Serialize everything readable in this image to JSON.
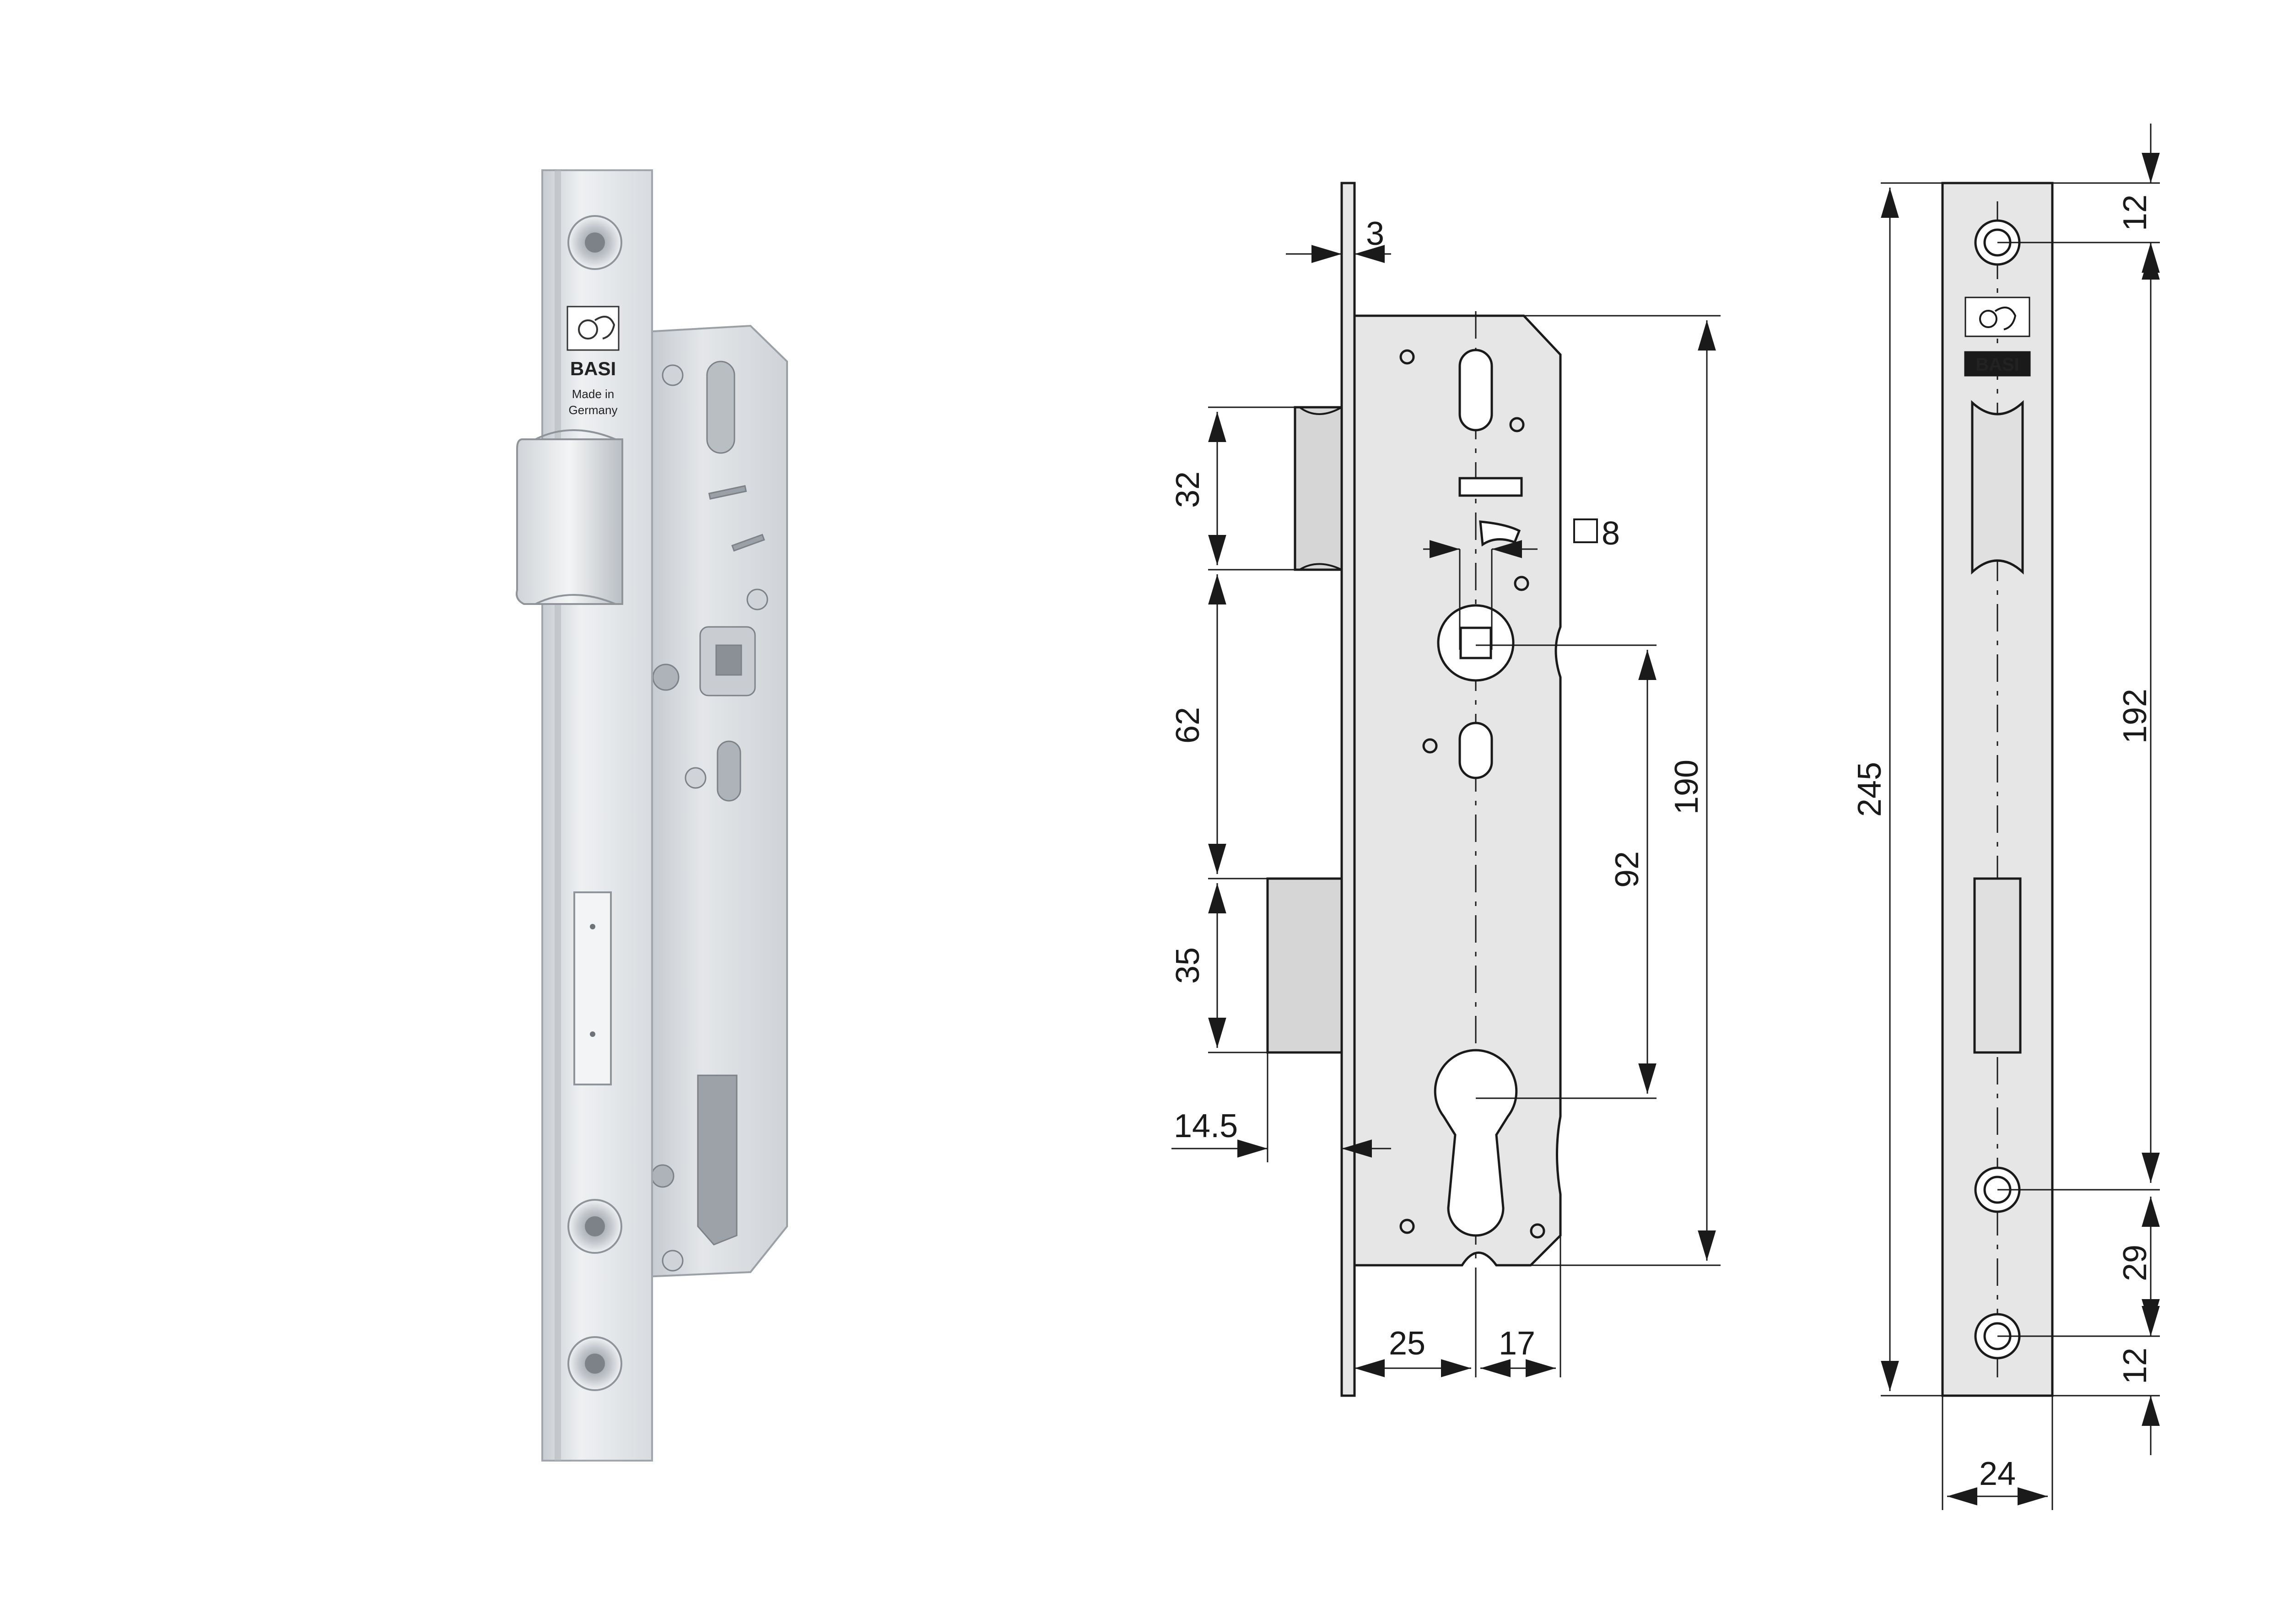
{
  "product": {
    "brand": "BASI",
    "origin_line1": "Made in",
    "origin_line2": "Germany"
  },
  "dimensions": {
    "forend_thickness": "3",
    "latch_height": "32",
    "latch_to_bolt": "62",
    "bolt_height": "35",
    "bolt_throw": "14.5",
    "spindle_square": "8",
    "spindle_to_cylinder": "92",
    "case_height": "190",
    "backset": "25",
    "cylinder_to_edge": "17",
    "forend_length": "245",
    "screw_spacing": "192",
    "top_screw_offset": "12",
    "bottom_screw_spacing": "29",
    "bottom_screw_offset": "12",
    "forend_width": "24"
  },
  "colors": {
    "steel_light": "#e9ebee",
    "steel_mid": "#c9cdd2",
    "case_grey": "#e6e6e6",
    "bolt_grey": "#d6d6d6",
    "line": "#1a1a1a"
  }
}
